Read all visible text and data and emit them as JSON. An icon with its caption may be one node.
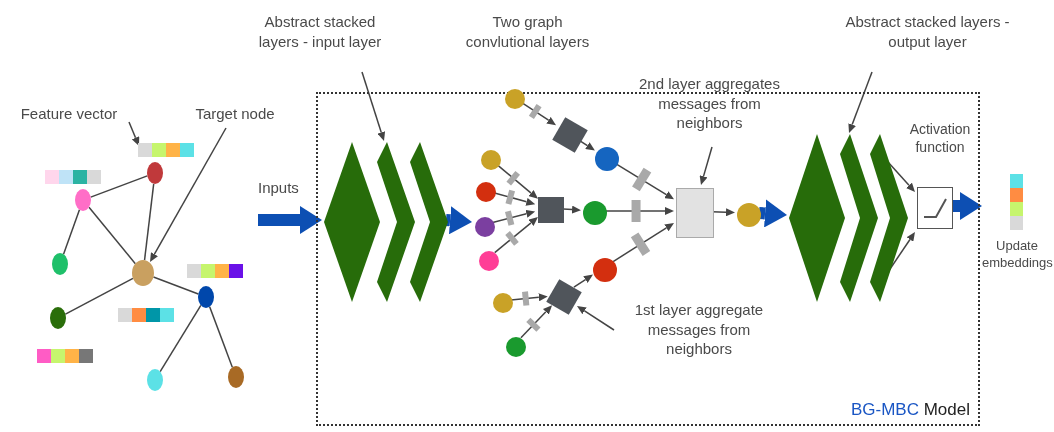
{
  "diagram": {
    "nodes": [
      {
        "text": [
          "Feature vector"
        ]
      },
      {
        "text": [
          "Target node"
        ]
      },
      {
        "text": [],
        "shape": "bar"
      },
      {
        "text": [],
        "shape": "circle"
      },
      {
        "text": [],
        "shape": "circle"
      },
      {
        "text": [],
        "shape": "circle"
      },
      {
        "text": [],
        "shape": "circle"
      },
      {
        "text": [],
        "shape": "circle"
      },
      {
        "text": [],
        "shape": "circle"
      },
      {
        "text": [],
        "shape": "circle"
      },
      {
        "text": [],
        "shape": "circle"
      },
      {
        "text": [],
        "shape": "bar"
      },
      {
        "text": [],
        "shape": "bar"
      },
      {
        "text": [],
        "shape": "bar"
      },
      {
        "text": [],
        "shape": "bar"
      },
      {
        "text": [
          "BG-MBC Model"
        ]
      },
      {
        "text": [
          "Abstract stacked layers - input layer"
        ]
      },
      {
        "text": [
          "Abstract stacked layers - output layer"
        ]
      },
      {
        "text": [],
        "shape": "diamond",
        "in": 15
      },
      {
        "text": [],
        "shape": "circle",
        "in": 15
      },
      {
        "text": [],
        "shape": "box",
        "in": 15
      },
      {
        "text": [],
        "shape": "circle",
        "in": 15
      },
      {
        "text": [],
        "shape": "circle",
        "in": 15
      },
      {
        "text": [],
        "shape": "circle",
        "in": 15
      },
      {
        "text": [],
        "shape": "circle",
        "in": 15
      },
      {
        "text": [],
        "shape": "circle",
        "in": 15
      },
      {
        "text": [],
        "shape": "box",
        "in": 15
      },
      {
        "text": [],
        "shape": "circle",
        "in": 15
      },
      {
        "text": [],
        "shape": "circle",
        "in": 15
      },
      {
        "text": [],
        "shape": "circle",
        "in": 15
      },
      {
        "text": [],
        "shape": "box",
        "in": 15
      },
      {
        "text": [],
        "shape": "circle",
        "in": 15
      },
      {
        "text": [],
        "shape": "box",
        "in": 15
      },
      {
        "text": [],
        "shape": "circle",
        "in": 15
      },
      {
        "text": [
          "2nd layer aggregates messages from neighbors"
        ],
        "in": 15
      },
      {
        "text": [
          "1st layer aggregate messages from neighbors"
        ],
        "in": 15
      },
      {
        "text": [],
        "shape": "diamond",
        "in": 15
      },
      {
        "text": [
          "Activation function"
        ],
        "in": 15
      },
      {
        "text": [
          "Update embeddings"
        ]
      }
    ],
    "edges": [
      {
        "from": 3,
        "to": 4,
        "arrow": "none"
      },
      {
        "from": 3,
        "to": 6,
        "arrow": "none"
      },
      {
        "from": 4,
        "to": 5,
        "arrow": "none"
      },
      {
        "from": 4,
        "to": 6,
        "arrow": "none"
      },
      {
        "from": 6,
        "to": 7,
        "arrow": "none"
      },
      {
        "from": 6,
        "to": 8,
        "arrow": "none"
      },
      {
        "from": 8,
        "to": 9,
        "arrow": "none"
      },
      {
        "from": 8,
        "to": 10,
        "arrow": "none"
      },
      {
        "from": 0,
        "to": 2,
        "arrow": "to"
      },
      {
        "from": 1,
        "to": 6,
        "arrow": "to"
      },
      {
        "from": null,
        "to": 18,
        "arrow": "to",
        "label": "Inputs",
        "style": "thick",
        "color": "#0d4fb3"
      },
      {
        "from": 16,
        "to": 18,
        "arrow": "to"
      },
      {
        "from": 18,
        "to": 24,
        "arrow": "to",
        "style": "thick",
        "color": "#0d4fb3"
      },
      {
        "from": 19,
        "to": 20,
        "arrow": "to"
      },
      {
        "from": 20,
        "to": 21,
        "arrow": "to"
      },
      {
        "from": 22,
        "to": 26,
        "arrow": "to"
      },
      {
        "from": 23,
        "to": 26,
        "arrow": "to"
      },
      {
        "from": 24,
        "to": 26,
        "arrow": "to"
      },
      {
        "from": 25,
        "to": 26,
        "arrow": "to"
      },
      {
        "from": 26,
        "to": 27,
        "arrow": "to"
      },
      {
        "from": 28,
        "to": 30,
        "arrow": "to"
      },
      {
        "from": 29,
        "to": 30,
        "arrow": "to"
      },
      {
        "from": 30,
        "to": 31,
        "arrow": "to"
      },
      {
        "from": 21,
        "to": 32,
        "arrow": "to"
      },
      {
        "from": 27,
        "to": 32,
        "arrow": "to"
      },
      {
        "from": 31,
        "to": 32,
        "arrow": "to"
      },
      {
        "from": 32,
        "to": 33,
        "arrow": "to"
      },
      {
        "from": 34,
        "to": 32,
        "arrow": "to"
      },
      {
        "from": 35,
        "to": 30,
        "arrow": "to"
      },
      {
        "from": 33,
        "to": 36,
        "arrow": "to",
        "style": "thick",
        "color": "#0d4fb3"
      },
      {
        "from": 17,
        "to": 36,
        "arrow": "to"
      },
      {
        "from": 36,
        "to": 37,
        "arrow": "to"
      },
      {
        "from": 36,
        "to": 37,
        "arrow": "to"
      },
      {
        "from": 37,
        "to": 38,
        "arrow": "to",
        "style": "thick",
        "color": "#0d4fb3"
      }
    ],
    "labels": [
      "Two graph convlutional layers"
    ]
  }
}
